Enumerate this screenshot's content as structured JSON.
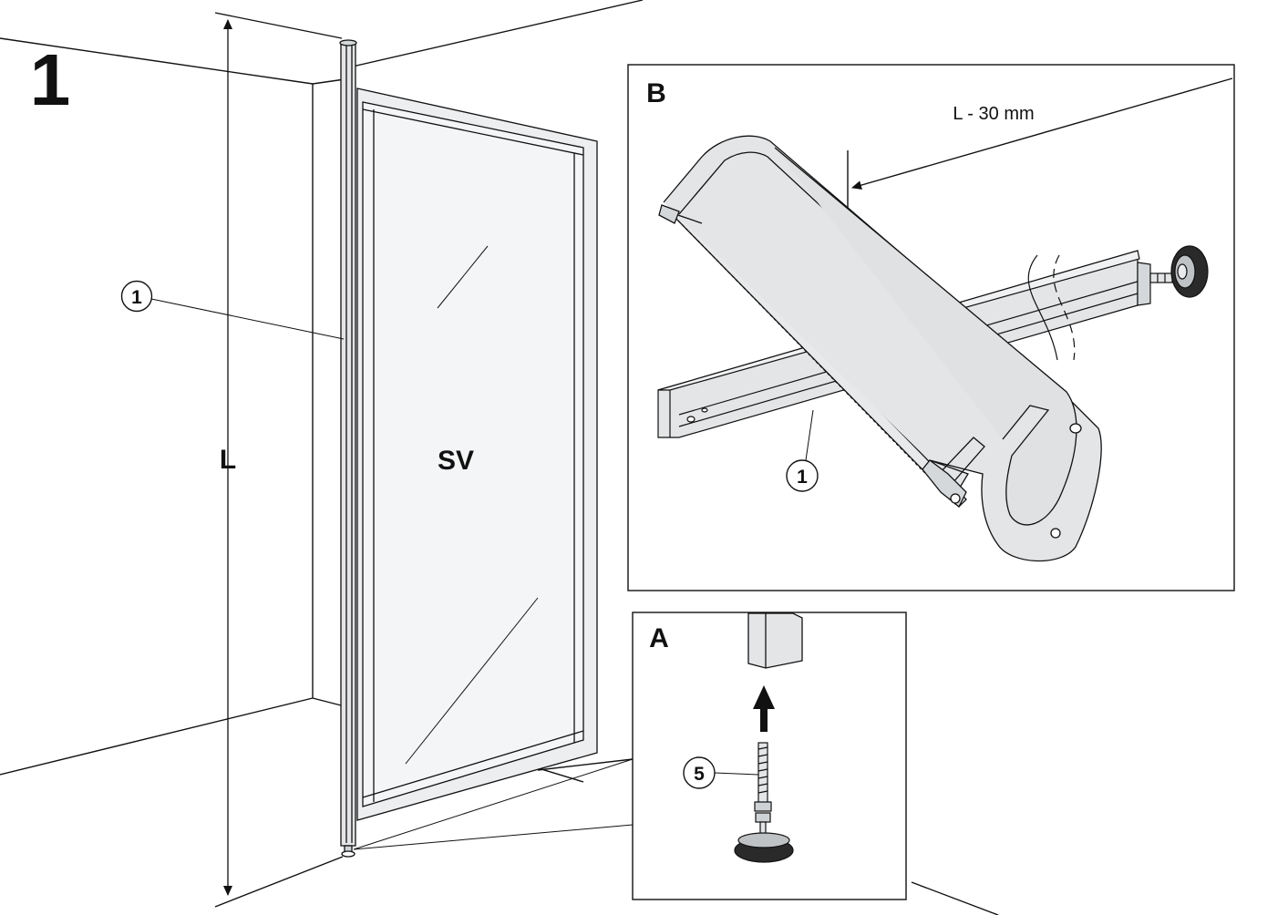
{
  "step_number": "1",
  "main_view": {
    "dimension_label": "L",
    "panel_label": "SV",
    "callout_profile": "1"
  },
  "detail_b": {
    "label": "B",
    "cut_dimension": "L - 30 mm",
    "callout_profile": "1"
  },
  "detail_a": {
    "label": "A",
    "callout_foot": "5"
  },
  "colors": {
    "line": "#111111",
    "glass": "#f4f5f6",
    "metal": "#e3e5e7",
    "shadow": "#cfd2d5"
  }
}
